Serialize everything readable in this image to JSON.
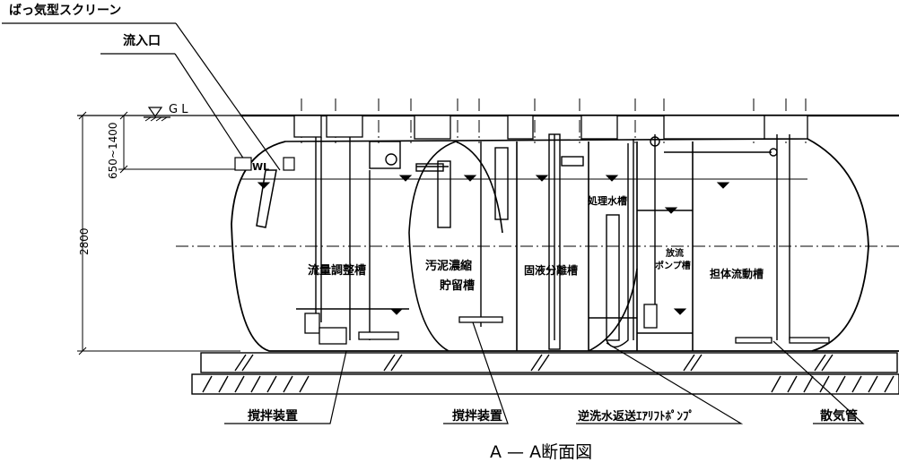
{
  "leaders": {
    "screen": "ばっ気型スクリーン",
    "inlet": "流入口"
  },
  "levels": {
    "gl": "G L",
    "wl": "WL",
    "depth_range": "650~1400",
    "total_depth": "2800"
  },
  "chambers": {
    "flow_adjust": "流量調整槽",
    "sludge_line1": "汚泥濃縮",
    "sludge_line2": "貯留槽",
    "separation": "固液分離槽",
    "treated": "処理水槽",
    "discharge_line1": "放流",
    "discharge_line2": "ポンプ槽",
    "carrier": "担体流動槽"
  },
  "callouts": {
    "mixer_1": "撹拌装置",
    "mixer_2": "撹拌装置",
    "backwash": "逆洗水返送ｴｱﾘﾌﾄﾎﾟﾝﾌﾟ",
    "diffuser": "散気管"
  },
  "caption": "A — A断面図"
}
